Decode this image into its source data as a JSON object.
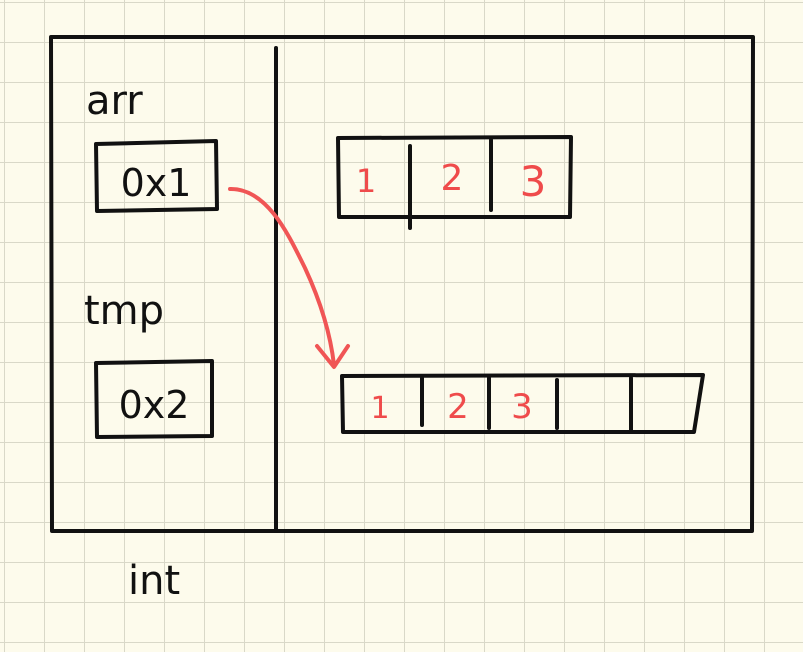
{
  "labels": {
    "arr": "arr",
    "tmp": "tmp",
    "int": "int"
  },
  "stack": {
    "arr_address": "0x1",
    "tmp_address": "0x2"
  },
  "heap": {
    "array_small": [
      "1",
      "2",
      "3"
    ],
    "array_large": [
      "1",
      "2",
      "3",
      "",
      ""
    ]
  },
  "colors": {
    "ink": "#111111",
    "value": "#ef4b4b",
    "arrow": "#f05555",
    "paper": "#fdfbec",
    "grid": "#d9d8c8"
  }
}
